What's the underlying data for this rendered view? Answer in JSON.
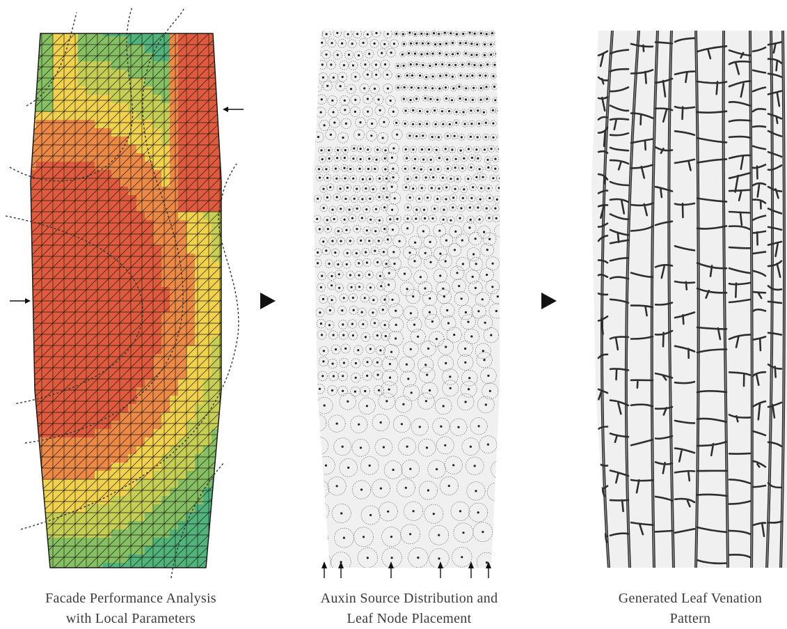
{
  "panels": [
    {
      "id": "facade-analysis",
      "caption_line1": "Facade Performance Analysis",
      "caption_line2": "with Local Parameters"
    },
    {
      "id": "auxin-distribution",
      "caption_line1": "Auxin Source Distribution and",
      "caption_line2": "Leaf Node Placement"
    },
    {
      "id": "venation-pattern",
      "caption_line1": "Generated Leaf Venation",
      "caption_line2": "Pattern"
    }
  ],
  "colors": {
    "heat_high": "#e05a3c",
    "heat_mid": "#f2d24a",
    "heat_low": "#4fb37a",
    "mesh_line": "#1a1a1a",
    "dot": "#222222",
    "vein": "#2e2e2e",
    "facade_bg": "#f0f0f0"
  },
  "icons": {
    "flow_arrow": "triangle-right-icon",
    "wind_arrow": "arrow-icon"
  }
}
